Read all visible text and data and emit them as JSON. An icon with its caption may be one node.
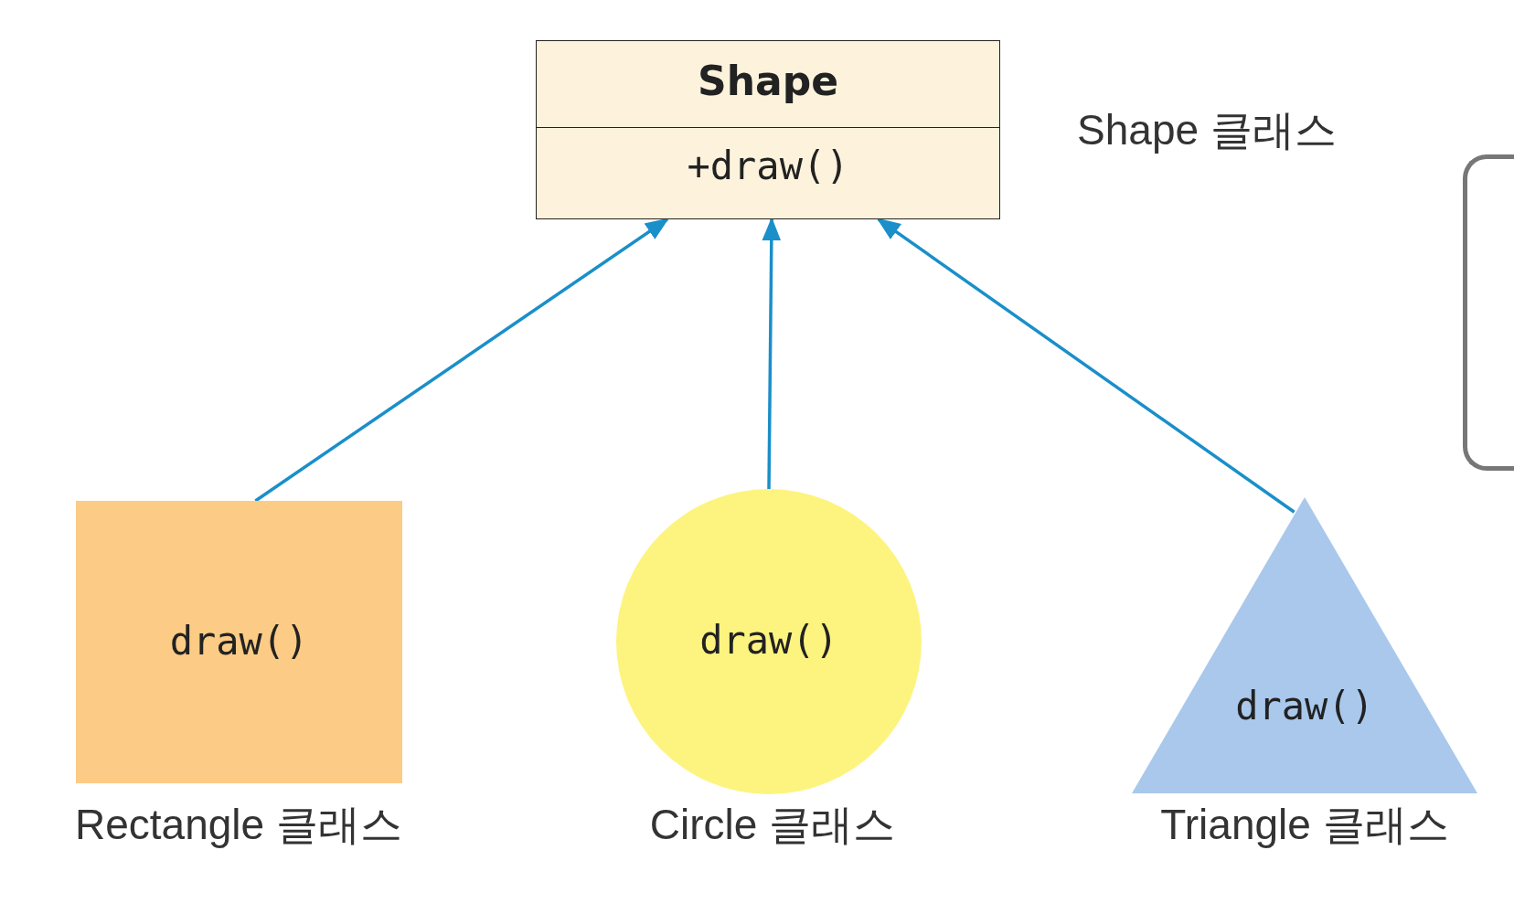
{
  "diagram": {
    "nodes": [
      {
        "text": [
          "Shape",
          "+draw()"
        ],
        "beside": [
          "Shape 클래스"
        ]
      },
      {
        "text": [],
        "shape": "box"
      },
      {
        "text": [
          "draw()"
        ],
        "beside": [
          "Rectangle 클래스"
        ]
      },
      {
        "text": [
          "draw()"
        ],
        "beside": [
          "Circle 클래스"
        ]
      },
      {
        "text": [
          "draw()"
        ],
        "beside": [
          "Triangle 클래스"
        ]
      }
    ],
    "edges": [
      {
        "from": 2,
        "to": 0,
        "arrow": "to"
      },
      {
        "from": 3,
        "to": 0,
        "arrow": "to"
      },
      {
        "from": 4,
        "to": 0,
        "arrow": "to"
      }
    ]
  }
}
